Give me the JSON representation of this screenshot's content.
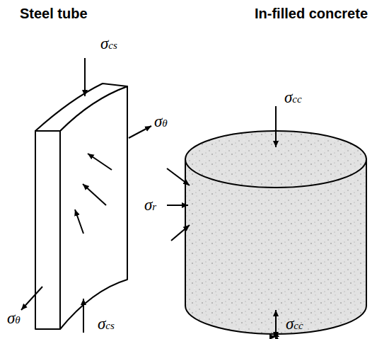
{
  "diagram": {
    "labels": [
      "Steel tube",
      "In-filled concrete",
      "σcs",
      "σθ",
      "σθ",
      "σcs",
      "σcc",
      "σr",
      "σcc"
    ]
  }
}
